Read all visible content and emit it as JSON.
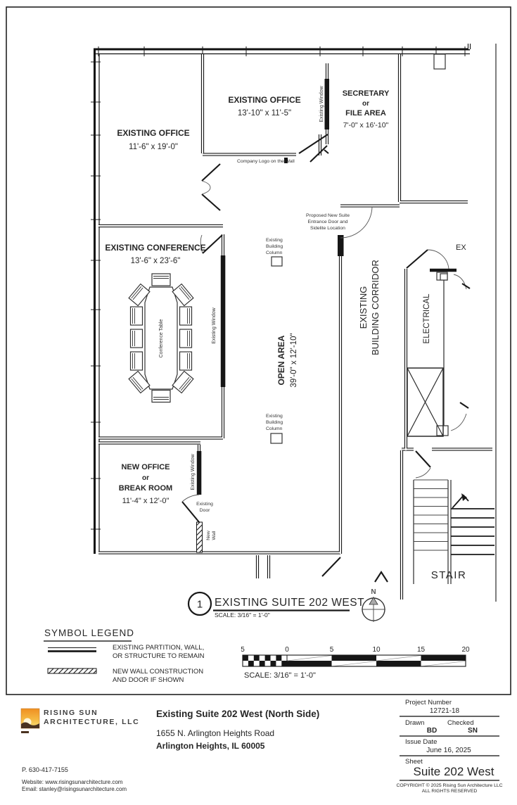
{
  "rooms": {
    "office_left": {
      "name": "EXISTING OFFICE",
      "dims": "11'-6\" x 19'-0\""
    },
    "office_top": {
      "name": "EXISTING OFFICE",
      "dims": "13'-10\" x 11'-5\""
    },
    "secretary": {
      "name_l1": "SECRETARY",
      "name_l2": "or",
      "name_l3": "FILE AREA",
      "dims": "7'-0\" x 16'-10\""
    },
    "conference": {
      "name": "EXISTING CONFERENCE",
      "dims": "13'-6\" x 23'-6\""
    },
    "new_office": {
      "name_l1": "NEW OFFICE",
      "name_l2": "or",
      "name_l3": "BREAK ROOM",
      "dims": "11'-4\" x 12'-0\""
    },
    "open_area": {
      "name": "OPEN AREA",
      "dims": "39'-0\" x 12'-10\""
    },
    "corridor": {
      "name_l1": "EXISTING",
      "name_l2": "BUILDING CORRIDOR"
    },
    "electrical": {
      "name": "ELECTRICAL"
    },
    "stair": {
      "name": "STAIR"
    },
    "exit_partial": "EX"
  },
  "annotations": {
    "company_logo": "Company Logo on the Wall",
    "entrance_l1": "Proposed New Suite",
    "entrance_l2": "Entrance Door and",
    "entrance_l3": "Sidelite Location",
    "column_l1": "Existing",
    "column_l2": "Building",
    "column_l3": "Column",
    "existing_window": "Existing Window",
    "existing_door_l1": "Existing",
    "existing_door_l2": "Door",
    "new_wall_l1": "New",
    "new_wall_l2": "Wall",
    "conference_table": "Conference Table",
    "north_letter": "N"
  },
  "drawing_title": {
    "number": "1",
    "text": "EXISTING SUITE 202 WEST",
    "scale": "SCALE: 3/16\" = 1'-0\""
  },
  "legend": {
    "title": "SYMBOL LEGEND",
    "items": [
      {
        "l1": "EXISTING PARTITION, WALL,",
        "l2": "OR STRUCTURE  TO REMAIN"
      },
      {
        "l1": "NEW WALL CONSTRUCTION",
        "l2": "AND DOOR IF SHOWN"
      }
    ]
  },
  "scale_bar": {
    "ticks": [
      "5",
      "0",
      "5",
      "10",
      "15",
      "20"
    ],
    "label": "SCALE:  3/16\" = 1'-0\""
  },
  "title_block": {
    "firm_l1": "RISING SUN",
    "firm_l2": "ARCHITECTURE, LLC",
    "phone": "P. 630-417-7155",
    "website": "Website: www.risingsunarchitecture.com",
    "email": "Email: stanley@risingsunarchitecture.com",
    "project_title": "Existing Suite 202 West (North Side)",
    "address_l1": "1655 N. Arlington Heights Road",
    "address_l2": "Arlington Heights, IL 60005",
    "project_number_label": "Project Number",
    "project_number": "12721-18",
    "drawn_label": "Drawn",
    "drawn_value": "BD",
    "checked_label": "Checked",
    "checked_value": "SN",
    "issue_date_label": "Issue Date",
    "issue_date_value": "June 16, 2025",
    "sheet_label": "Sheet",
    "sheet_value": "Suite 202 West",
    "copyright_l1": "COPYRIGHT © 2025 Rising Sun Architecture LLC",
    "copyright_l2": "ALL RIGHTS RESERVED"
  },
  "colors": {
    "line": "#1a1a1a",
    "text": "#2a2a2a",
    "logo_orange": "#f29a2e"
  }
}
